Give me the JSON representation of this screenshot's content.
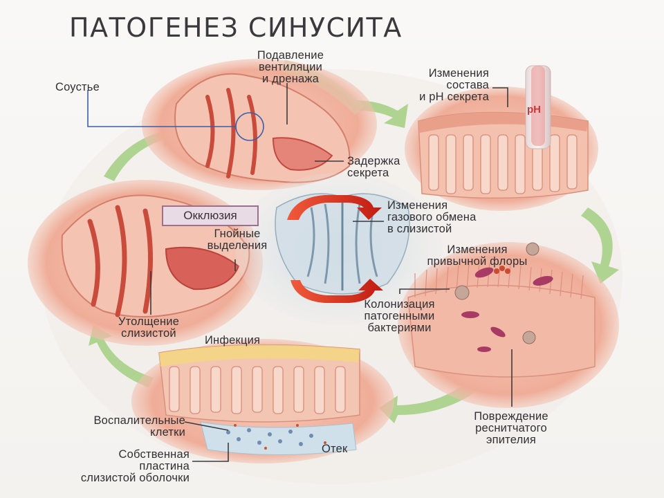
{
  "title": "ПАТОГЕНЕЗ СИНУСИТА",
  "ph_marker": "pH",
  "labels": {
    "soustye": "Соустье",
    "suppression": [
      "Подавление",
      "вентиляции",
      "и дренажа"
    ],
    "secretion_change": [
      "Изменения",
      "состава",
      "и pH секрета"
    ],
    "retention": [
      "Задержка",
      "секрета"
    ],
    "occlusion": "Окклюзия",
    "gas_exchange": [
      "Изменения",
      "газового обмена",
      "в слизистой"
    ],
    "purulent": [
      "Гнойные",
      "выделения"
    ],
    "flora": [
      "Изменения",
      "привычной флоры"
    ],
    "colonization": [
      "Колонизация",
      "патогенными",
      "бактериями"
    ],
    "thickening": [
      "Утолщение",
      "слизистой"
    ],
    "infection": "Инфекция",
    "damage": [
      "Повреждение",
      "реснитчатого",
      "эпителия"
    ],
    "inflammatory_cells": [
      "Воспалительные",
      "клетки"
    ],
    "lamina_propria": [
      "Собственная",
      "пластина",
      "слизистой оболочки"
    ],
    "edema": "Отек"
  },
  "colors": {
    "cycle_arrow": "#d5271a",
    "green_arrow": "#9bc777",
    "tissue": "#f1b7a4",
    "tissue_dark": "#cf5a4a",
    "center_diagram": "#9fb7c8"
  }
}
